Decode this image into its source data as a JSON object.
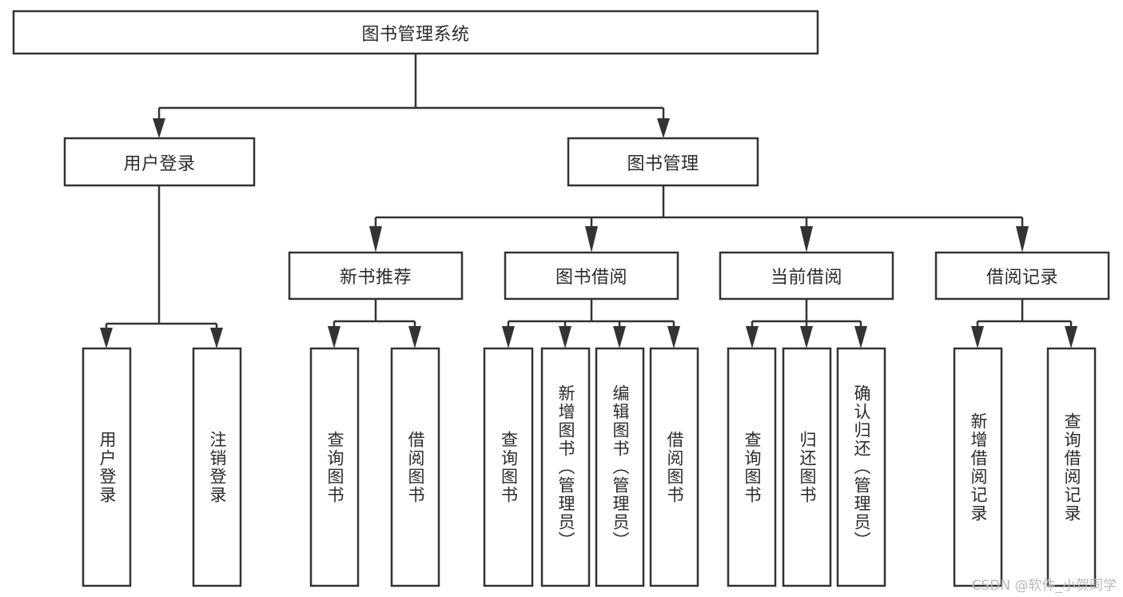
{
  "diagram": {
    "title": "图书管理系统",
    "watermark": "CSDN @软件_小贺同学",
    "type": "tree-hierarchy-diagram",
    "colors": {
      "stroke": "#333333",
      "box_fill": "#ffffff",
      "text": "#2b2b2b",
      "watermark": "#b9b9b9",
      "background": "#ffffff"
    },
    "root": {
      "label": "图书管理系统",
      "orientation": "horizontal"
    },
    "level2": [
      {
        "label": "用户登录",
        "orientation": "horizontal"
      },
      {
        "label": "图书管理",
        "orientation": "horizontal"
      }
    ],
    "level3": [
      {
        "label": "新书推荐",
        "orientation": "horizontal"
      },
      {
        "label": "图书借阅",
        "orientation": "horizontal"
      },
      {
        "label": "当前借阅",
        "orientation": "horizontal"
      },
      {
        "label": "借阅记录",
        "orientation": "horizontal"
      }
    ],
    "leaves": {
      "user_login": [
        {
          "label": "用户登录",
          "orientation": "vertical"
        },
        {
          "label": "注销登录",
          "orientation": "vertical"
        }
      ],
      "new_book_recommend": [
        {
          "label": "查询图书",
          "orientation": "vertical"
        },
        {
          "label": "借阅图书",
          "orientation": "vertical"
        }
      ],
      "book_borrow": [
        {
          "label": "查询图书",
          "orientation": "vertical"
        },
        {
          "label": "新增图书（管理员）",
          "orientation": "vertical"
        },
        {
          "label": "编辑图书（管理员）",
          "orientation": "vertical"
        },
        {
          "label": "借阅图书",
          "orientation": "vertical"
        }
      ],
      "current_borrow": [
        {
          "label": "查询图书",
          "orientation": "vertical"
        },
        {
          "label": "归还图书",
          "orientation": "vertical"
        },
        {
          "label": "确认归还（管理员）",
          "orientation": "vertical"
        }
      ],
      "borrow_record": [
        {
          "label": "新增借阅记录",
          "orientation": "vertical"
        },
        {
          "label": "查询借阅记录",
          "orientation": "vertical"
        }
      ]
    }
  }
}
